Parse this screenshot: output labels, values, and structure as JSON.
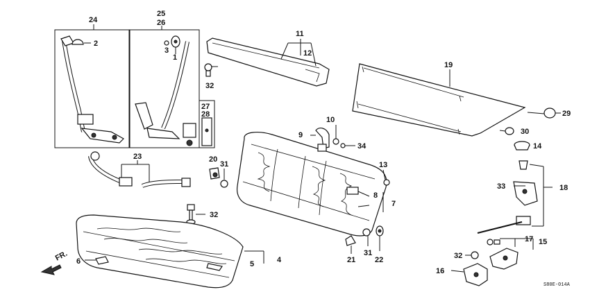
{
  "diagram_code": "S80E-014A",
  "direction_arrow": {
    "label": "FR.",
    "icon": "front-direction-arrow-icon"
  },
  "callouts": {
    "n1": "1",
    "n2": "2",
    "n3": "3",
    "n4": "4",
    "n5": "5",
    "n6": "6",
    "n7": "7",
    "n8": "8",
    "n9": "9",
    "n10": "10",
    "n11": "11",
    "n12": "12",
    "n13": "13",
    "n14": "14",
    "n15": "15",
    "n16": "16",
    "n17": "17",
    "n18": "18",
    "n19": "19",
    "n20": "20",
    "n21": "21",
    "n22": "22",
    "n23": "23",
    "n24": "24",
    "n25": "25",
    "n26": "26",
    "n27": "27",
    "n28": "28",
    "n29": "29",
    "n30": "30",
    "n31": "31",
    "n32": "32",
    "n33": "33",
    "n34": "34"
  }
}
